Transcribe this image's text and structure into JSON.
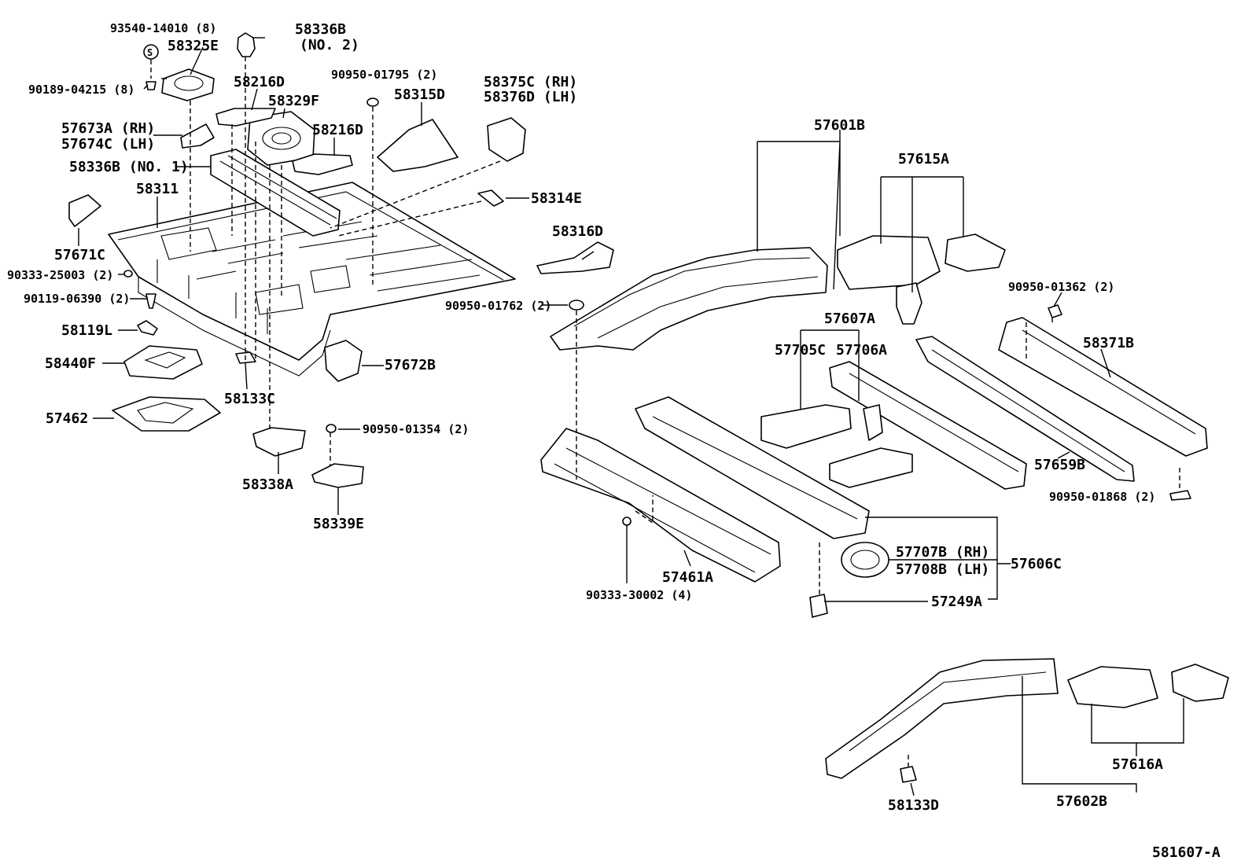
{
  "diagram": {
    "ref_code": "581607-A",
    "labels": {
      "p93540": "93540-14010 (8)",
      "p58325E": "58325E",
      "p58336B_no2": "58336B",
      "p58336B_no2_sub": "(NO. 2)",
      "p90189": "90189-04215 (8)",
      "p58216D_top": "58216D",
      "p90950_01795": "90950-01795 (2)",
      "p58375C": "58375C (RH)",
      "p58376D": "58376D (LH)",
      "p58315D": "58315D",
      "p58329F": "58329F",
      "p58216D_mid": "58216D",
      "p57673A": "57673A (RH)",
      "p57674C": "57674C (LH)",
      "p58336B_no1": "58336B (NO. 1)",
      "p58311": "58311",
      "p58314E": "58314E",
      "p57671C": "57671C",
      "p90333_25003": "90333-25003 (2)",
      "p58316D": "58316D",
      "p90119": "90119-06390 (2)",
      "p58119L": "58119L",
      "p90950_01762": "90950-01762 (2)",
      "p58440F": "58440F",
      "p57672B": "57672B",
      "p58133C": "58133C",
      "p57462": "57462",
      "p90950_01354": "90950-01354 (2)",
      "p58338A": "58338A",
      "p58339E": "58339E",
      "p57601B": "57601B",
      "p57615A": "57615A",
      "p90950_01362": "90950-01362 (2)",
      "p58371B": "58371B",
      "p57607A": "57607A",
      "p57705C": "57705C",
      "p57706A": "57706A",
      "p57659B": "57659B",
      "p90950_01868": "90950-01868 (2)",
      "p57707B": "57707B (RH)",
      "p57708B": "57708B (LH)",
      "p57606C": "57606C",
      "p57461A": "57461A",
      "p90333_30002": "90333-30002 (4)",
      "p57249A": "57249A",
      "p57616A": "57616A",
      "p58133D": "58133D",
      "p57602B": "57602B"
    }
  }
}
